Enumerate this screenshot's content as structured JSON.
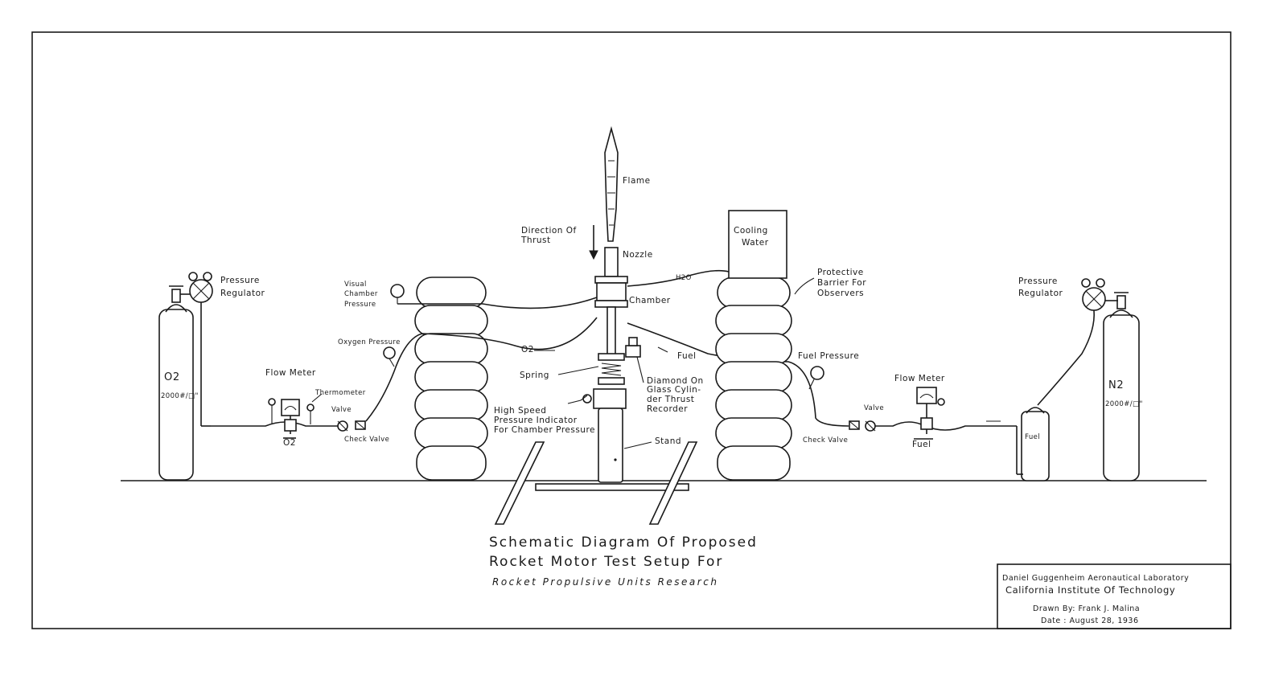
{
  "diagram": {
    "title_line1": "Schematic Diagram Of  Proposed",
    "title_line2": "Rocket Motor Test Setup For",
    "title_line3": "Rocket Propulsive Units Research",
    "labels": {
      "flame": "Flame",
      "direction_of_thrust_1": "Direction Of",
      "direction_of_thrust_2": "Thrust",
      "nozzle": "Nozzle",
      "chamber": "Chamber",
      "h2o": "H2O",
      "cooling_water_1": "Cooling",
      "cooling_water_2": "Water",
      "protective_barrier_1": "Protective",
      "protective_barrier_2": "Barrier For",
      "protective_barrier_3": "Observers",
      "pressure_regulator_left_1": "Pressure",
      "pressure_regulator_left_2": "Regulator",
      "pressure_regulator_right_1": "Pressure",
      "pressure_regulator_right_2": "Regulator",
      "visual_chamber_pressure_1": "Visual",
      "visual_chamber_pressure_2": "Chamber",
      "visual_chamber_pressure_3": "Pressure",
      "oxygen_pressure": "Oxygen Pressure",
      "o2_line": "O2",
      "fuel_line": "Fuel",
      "spring": "Spring",
      "diamond_1": "Diamond On",
      "diamond_2": "Glass Cylin-",
      "diamond_3": "der Thrust",
      "diamond_4": "Recorder",
      "high_speed_1": "High Speed",
      "high_speed_2": "Pressure Indicator",
      "high_speed_3": "For Chamber Pressure",
      "stand": "Stand",
      "fuel_pressure": "Fuel Pressure",
      "flow_meter_left": "Flow Meter",
      "flow_meter_right": "Flow Meter",
      "thermometer": "Thermometer",
      "valve_left": "Valve",
      "valve_right": "Valve",
      "check_valve_left": "Check Valve",
      "check_valve_right": "Check Valve",
      "o2_under_meter": "O2",
      "fuel_under_meter": "Fuel",
      "o2_cylinder": "O2",
      "o2_cylinder_pressure": "2000#/□\"",
      "n2_cylinder": "N2",
      "n2_cylinder_pressure": "2000#/□\"",
      "fuel_tank": "Fuel"
    }
  },
  "title_block": {
    "line1": "Daniel Guggenheim Aeronautical Laboratory",
    "line2": "California Institute Of Technology",
    "line3": "Drawn By: Frank J. Malina",
    "line4": "Date : August 28, 1936"
  },
  "colors": {
    "ink": "#1a1a1a",
    "paper": "#ffffff"
  }
}
